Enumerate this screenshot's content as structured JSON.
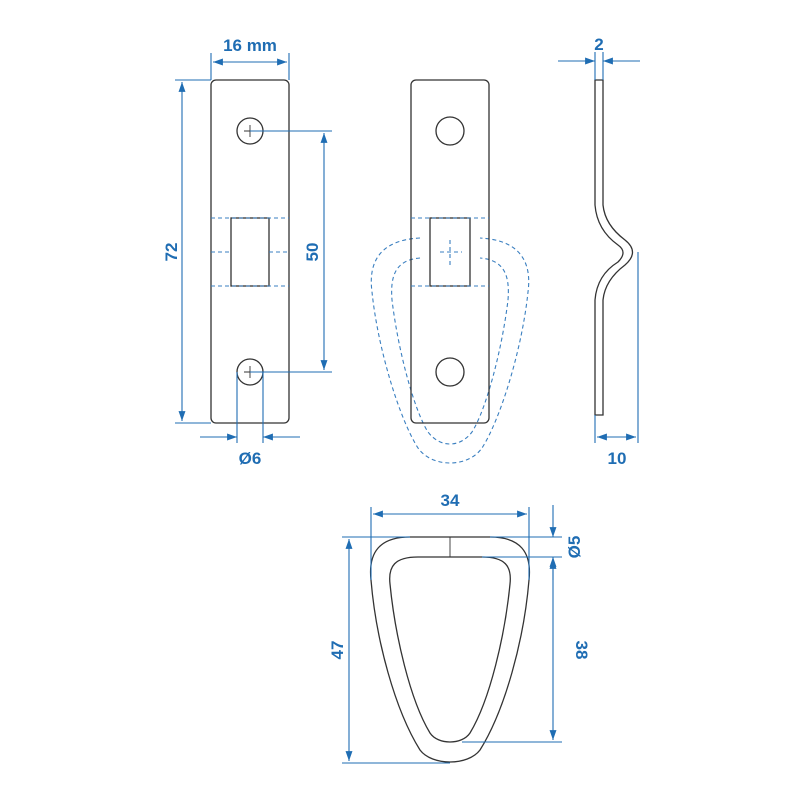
{
  "dimensions": {
    "width_plate": "16 mm",
    "length_plate": "72",
    "hole_spacing": "50",
    "hole_diameter": "Ø6",
    "thickness": "2",
    "depth": "10",
    "ring_width": "34",
    "ring_height": "47",
    "ring_inner_height": "38",
    "ring_wire_diameter": "Ø5"
  },
  "colors": {
    "dimension": "#1f6db3",
    "outline": "#333333"
  }
}
